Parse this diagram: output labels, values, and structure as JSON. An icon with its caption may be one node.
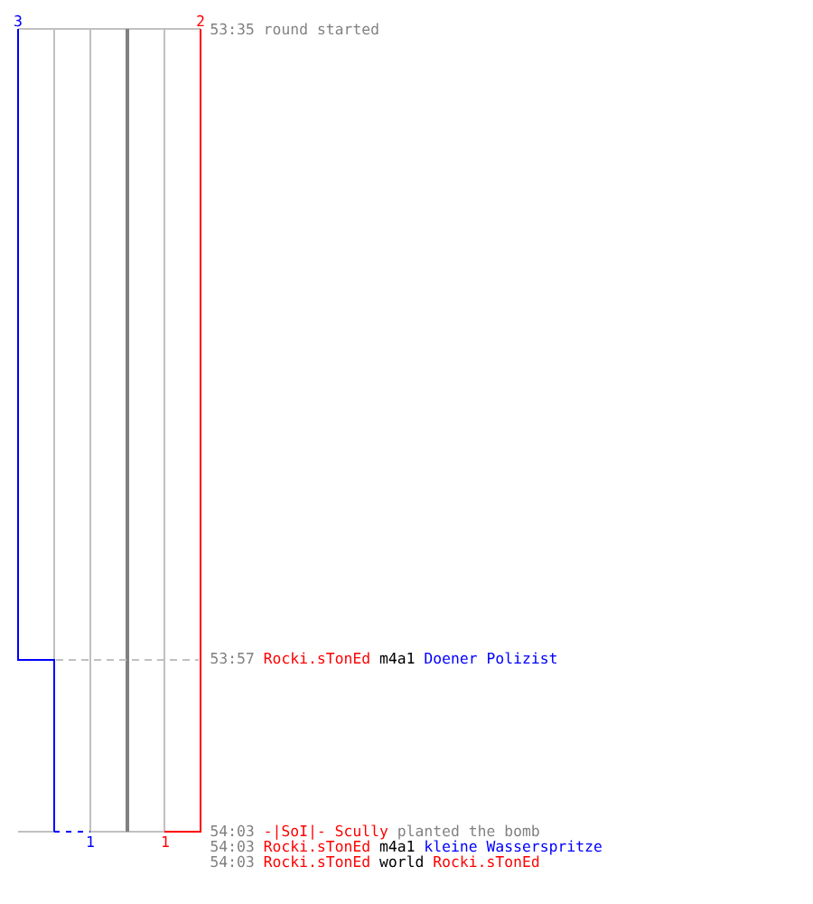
{
  "diagram": {
    "labels": [
      "3",
      "2",
      "53:35",
      "round started",
      "53:57",
      "Rocki.sTonEd",
      "m4a1",
      "Doener Polizist",
      "54:03",
      "-|SoI|- Scully",
      "planted the bomb",
      "1",
      "1",
      "54:03",
      "Rocki.sTonEd",
      "m4a1",
      "kleine Wasserspritze",
      "54:03",
      "Rocki.sTonEd",
      "world",
      "Rocki.sTonEd"
    ]
  }
}
